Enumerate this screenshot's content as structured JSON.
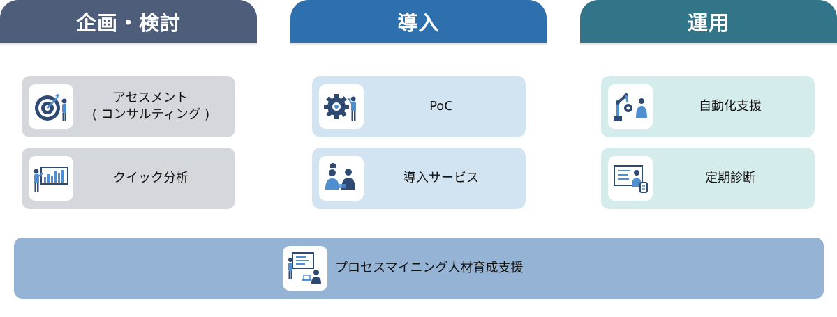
{
  "headers": {
    "planning": "企画・検討",
    "introduction": "導入",
    "operation": "運用"
  },
  "cards": {
    "assessment": {
      "line1": "アセスメント",
      "line2": "( コンサルティング )"
    },
    "quick_analysis": {
      "label": "クイック分析"
    },
    "poc": {
      "label": "PoC"
    },
    "intro_service": {
      "label": "導入サービス"
    },
    "automation_support": {
      "label": "自動化支援"
    },
    "regular_diagnosis": {
      "label": "定期診断"
    }
  },
  "bottom_bar": {
    "label": "プロセスマイニング人材育成支援"
  },
  "colors": {
    "planning": "#4d5d7a",
    "introduction": "#2e6fad",
    "operation": "#327589",
    "icon_navy": "#2e4a73",
    "icon_blue": "#4f8fcf"
  }
}
